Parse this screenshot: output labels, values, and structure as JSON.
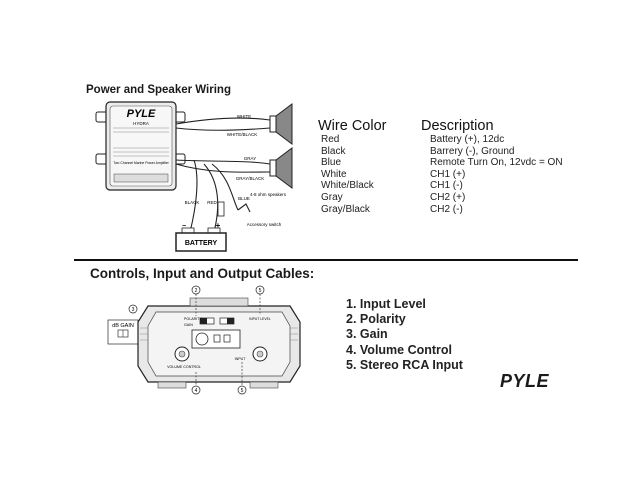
{
  "wiring": {
    "title": "Power and Speaker Wiring",
    "amp_brand": "PYLE",
    "amp_model": "HYDRA",
    "amp_desc": "Two Channel Marine Power Amplifier",
    "labels": {
      "white": "WHITE",
      "white_black": "WHITE/BLACK",
      "gray": "GRAY",
      "gray_black": "GRAY/BLACK",
      "speakers": "4-8 ohm speakers",
      "black": "BLACK",
      "red": "RED",
      "blue": "BLUE",
      "accessory": "Accessory switch",
      "battery": "BATTERY",
      "minus": "−",
      "plus": "+"
    }
  },
  "table": {
    "header_color": "Wire Color",
    "header_desc": "Description",
    "rows": [
      {
        "color": "Red",
        "desc": "Battery (+), 12dc"
      },
      {
        "color": "Black",
        "desc": "Barrery (-), Ground"
      },
      {
        "color": "Blue",
        "desc": "Remote Turn On, 12vdc = ON"
      },
      {
        "color": "White",
        "desc": "CH1 (+)"
      },
      {
        "color": "White/Black",
        "desc": "CH1 (-)"
      },
      {
        "color": "Gray",
        "desc": "CH2 (+)"
      },
      {
        "color": "Gray/Black",
        "desc": "CH2 (-)"
      }
    ]
  },
  "controls": {
    "title": "Controls, Input and Output Cables:",
    "inset": "dB GAIN",
    "callouts": [
      "2",
      "5",
      "3",
      "4",
      "5"
    ],
    "panel": {
      "polarity": "POLARITY",
      "gain": "GAIN",
      "input_level": "INPUT LEVEL",
      "volume": "VOLUME CONTROL",
      "input": "INPUT"
    },
    "list": [
      "1. Input Level",
      "2. Polarity",
      "3. Gain",
      "4. Volume Control",
      "5. Stereo RCA Input"
    ],
    "logo": "PYLE"
  }
}
